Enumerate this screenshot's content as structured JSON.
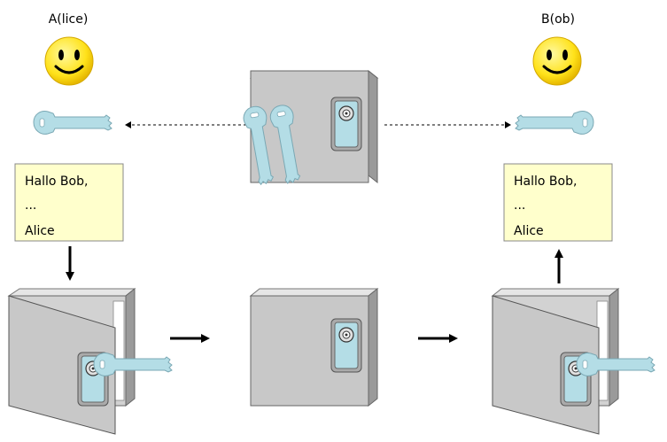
{
  "title": "",
  "actors": {
    "alice": {
      "label": "A(lice)"
    },
    "bob": {
      "label": "B(ob)"
    }
  },
  "messages": {
    "alice": [
      "Hallo Bob,",
      "...",
      "Alice"
    ],
    "bob": [
      "Hallo Bob,",
      "...",
      "Alice"
    ]
  },
  "colors": {
    "note_fill": "#ffffcc",
    "key_fill": "#b4dde6",
    "box_face": "#c8c8c8",
    "box_side": "#9a9a9a",
    "smiley": "#ffee22"
  },
  "icons": [
    "smiley-icon",
    "key-icon",
    "key-pair-icon",
    "lock-icon",
    "arrow-icon"
  ]
}
